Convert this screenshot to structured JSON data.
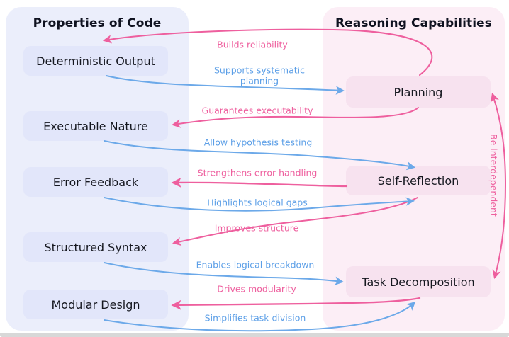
{
  "figure": {
    "left_panel": {
      "title": "Properties of Code",
      "items": [
        "Deterministic Output",
        "Executable Nature",
        "Error Feedback",
        "Structured Syntax",
        "Modular Design"
      ]
    },
    "right_panel": {
      "title": "Reasoning Capabilities",
      "items": [
        "Planning",
        "Self-Reflection",
        "Task Decomposition"
      ]
    },
    "connections": [
      {
        "label": "Builds reliability",
        "from": "Planning",
        "to": "Deterministic Output",
        "color": "pink"
      },
      {
        "label": "Supports systematic planning",
        "from": "Deterministic Output",
        "to": "Planning",
        "color": "blue"
      },
      {
        "label": "Guarantees executability",
        "from": "Planning",
        "to": "Executable Nature",
        "color": "pink"
      },
      {
        "label": "Allow hypothesis testing",
        "from": "Executable Nature",
        "to": "Self-Reflection",
        "color": "blue"
      },
      {
        "label": "Strengthens error handling",
        "from": "Self-Reflection",
        "to": "Error Feedback",
        "color": "pink"
      },
      {
        "label": "Highlights logical gaps",
        "from": "Error Feedback",
        "to": "Self-Reflection",
        "color": "blue"
      },
      {
        "label": "Improves structure",
        "from": "Self-Reflection",
        "to": "Structured Syntax",
        "color": "pink"
      },
      {
        "label": "Enables logical breakdown",
        "from": "Structured Syntax",
        "to": "Task Decomposition",
        "color": "blue"
      },
      {
        "label": "Drives modularity",
        "from": "Task Decomposition",
        "to": "Modular Design",
        "color": "pink"
      },
      {
        "label": "Simplifies task division",
        "from": "Modular Design",
        "to": "Task Decomposition",
        "color": "blue"
      },
      {
        "label": "Be interdependent",
        "from": "Planning",
        "to": "Task Decomposition",
        "color": "pink",
        "bidirectional": true
      }
    ],
    "colors": {
      "pink": "#ee5f9e",
      "blue": "#6ca9e9",
      "left_panel_bg": "#ebeefb",
      "left_node_bg": "#e2e6fa",
      "right_panel_bg": "#fceef6",
      "right_node_bg": "#f7e2ef",
      "node_text": "#15171f",
      "bottom_edge": "#d8d8d8"
    }
  }
}
